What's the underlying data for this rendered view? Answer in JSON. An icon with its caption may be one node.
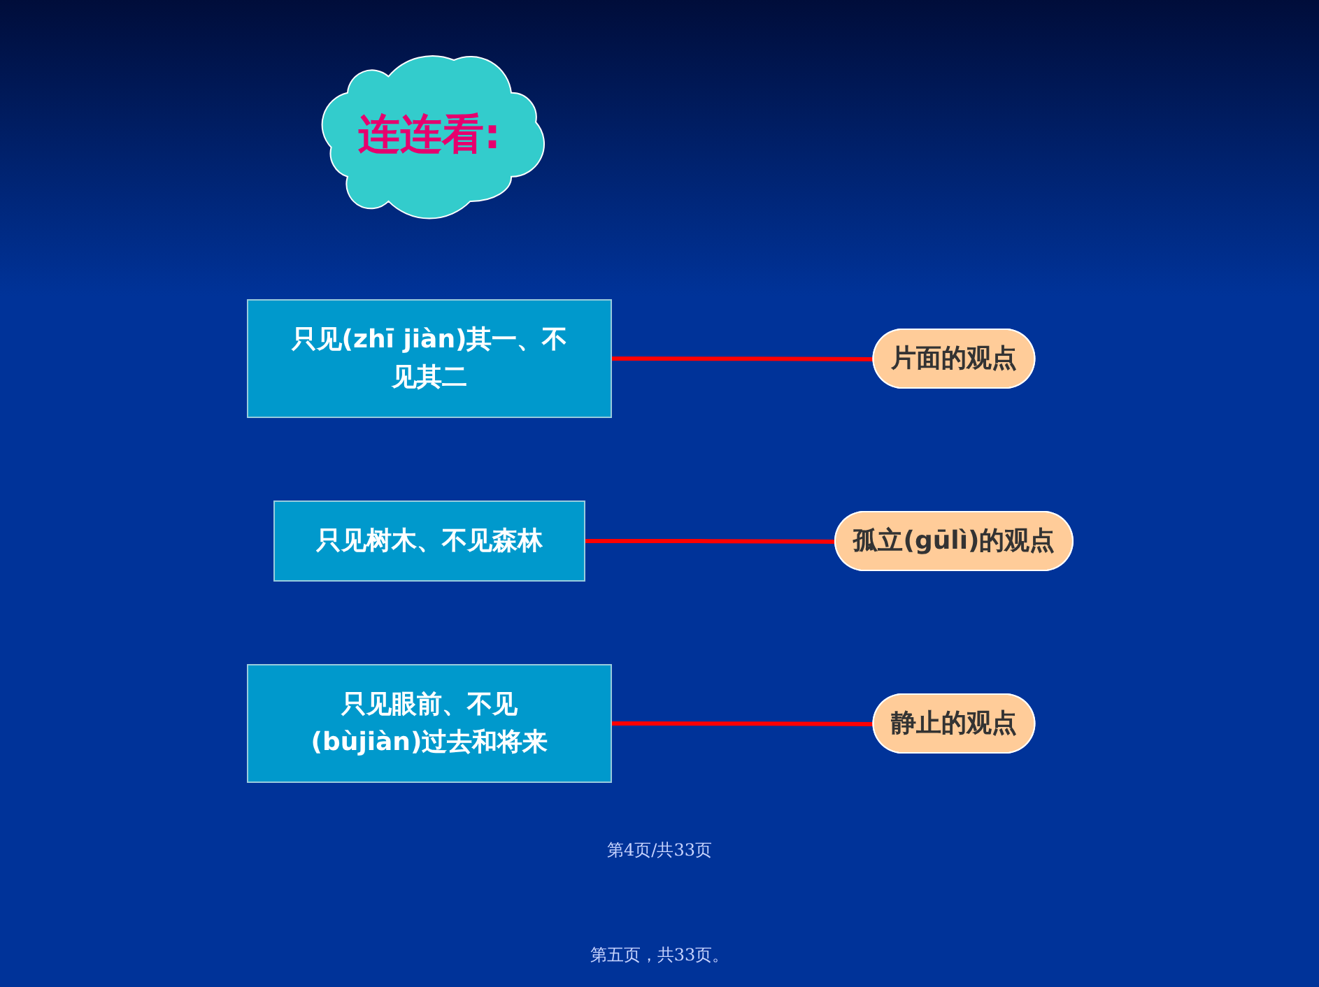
{
  "diagram": {
    "nodes": [
      {
        "text": [
          "连连看:"
        ]
      },
      {
        "text": [
          "只见(zhī jiàn)其一、不见其二"
        ]
      },
      {
        "text": [
          "只见树木、不见森林"
        ]
      },
      {
        "text": [
          "只见眼前、不见(bùjiàn)过去和将来"
        ]
      },
      {
        "text": [
          "孤立(gūlì)的观点"
        ]
      },
      {
        "text": [
          "静止的观点"
        ]
      },
      {
        "text": [
          "片面的观点"
        ]
      }
    ],
    "edges": [
      {
        "from": 1,
        "to": 6,
        "arrow": "none",
        "color": "#ff0000"
      },
      {
        "from": 2,
        "to": 4,
        "arrow": "none",
        "color": "#ff0000"
      },
      {
        "from": 3,
        "to": 5,
        "arrow": "none",
        "color": "#ff0000"
      }
    ],
    "labels": [
      "第4页/共33页",
      "第五页，共33页。"
    ]
  }
}
